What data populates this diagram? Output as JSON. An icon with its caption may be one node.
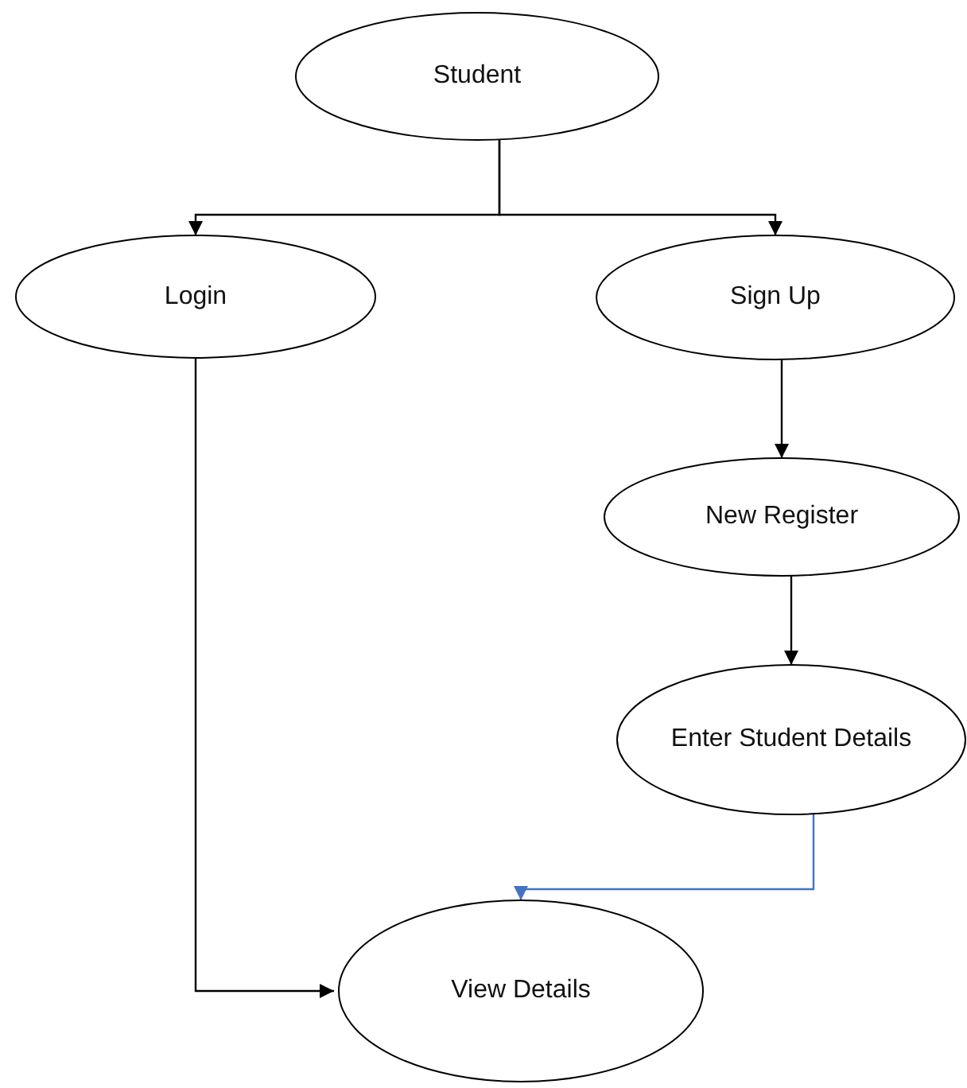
{
  "diagram": {
    "nodes": [
      {
        "text": [
          "Student"
        ]
      },
      {
        "text": [
          "Login"
        ]
      },
      {
        "text": [
          "Sign Up"
        ]
      },
      {
        "text": [
          "New Register"
        ]
      },
      {
        "text": [
          "Enter Student Details"
        ]
      },
      {
        "text": [
          "View Details"
        ]
      }
    ],
    "edges": [
      {
        "from": 0,
        "to": 1,
        "arrow": "to"
      },
      {
        "from": 0,
        "to": 2,
        "arrow": "to"
      },
      {
        "from": 1,
        "to": 5,
        "arrow": "to"
      },
      {
        "from": 2,
        "to": 3,
        "arrow": "to"
      },
      {
        "from": 3,
        "to": 4,
        "arrow": "to"
      },
      {
        "from": 4,
        "to": 5,
        "arrow": "to",
        "color": "#4472c4"
      }
    ]
  }
}
